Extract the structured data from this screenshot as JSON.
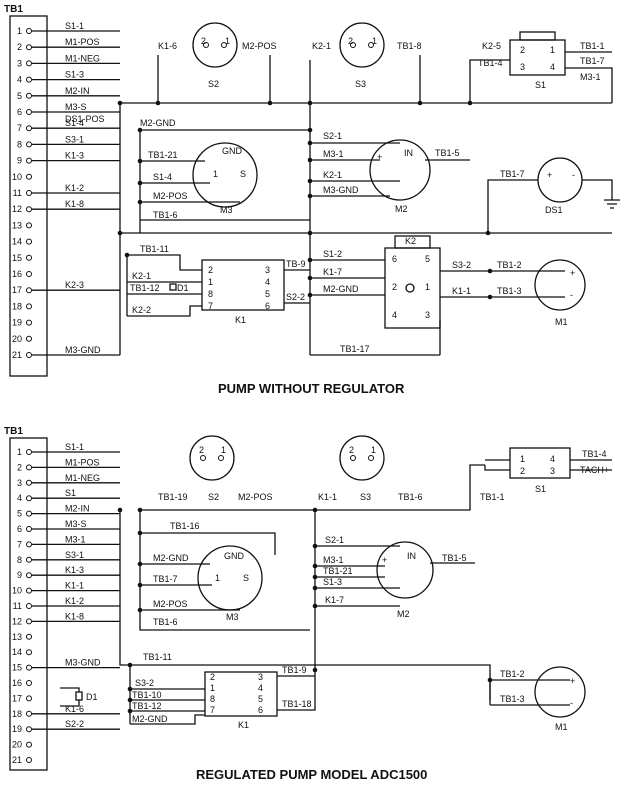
{
  "top": {
    "title": "PUMP WITHOUT REGULATOR",
    "tb_label": "TB1",
    "terminals": [
      "1",
      "2",
      "3",
      "4",
      "5",
      "6",
      "7",
      "8",
      "9",
      "10",
      "11",
      "12",
      "13",
      "14",
      "15",
      "16",
      "17",
      "18",
      "19",
      "20",
      "21"
    ],
    "terminal_wires": {
      "1": "S1-1",
      "2": "M1-POS",
      "3": "M1-NEG",
      "4": "S1-3",
      "5": "M2-IN",
      "6": "M3-S",
      "7": "S1-4",
      "8": "S3-1",
      "9": "K1-3",
      "11": "K1-2",
      "12": "K1-8",
      "17": "K2-3",
      "21": "M3-GND"
    },
    "ds1_pos_wire": "DS1-POS",
    "s2": {
      "name": "S2",
      "pin_left": "2",
      "pin_right": "1",
      "left_wire": "K1-6",
      "right_wire": "M2-POS"
    },
    "s3": {
      "name": "S3",
      "pin_left": "2",
      "pin_right": "1",
      "left_wire": "K2-1",
      "right_wire": "TB1-8"
    },
    "s1": {
      "name": "S1",
      "pins": [
        "2",
        "1",
        "3",
        "4"
      ],
      "wire_k25": "K2-5",
      "wire_tb14": "TB1-4",
      "wire_tb11": "TB1-1",
      "wire_tb17": "TB1-7",
      "wire_m31": "M3-1"
    },
    "m3": {
      "name": "M3",
      "gnd": "GND",
      "pin1": "1",
      "pinS": "S",
      "wires": [
        "M2-GND",
        "TB1-21",
        "S1-4",
        "M2-POS",
        "TB1-6"
      ]
    },
    "m2": {
      "name": "M2",
      "plus": "+",
      "in": "IN",
      "wires": [
        "S2-1",
        "M3-1",
        "K2-1",
        "M3-GND"
      ],
      "out_wire": "TB1-5"
    },
    "ds1": {
      "name": "DS1",
      "plus": "+",
      "minus": "-",
      "wire": "TB1-7"
    },
    "k1": {
      "name": "K1",
      "left_pins": [
        "2",
        "1",
        "8",
        "7"
      ],
      "right_pins": [
        "3",
        "4",
        "5",
        "6"
      ],
      "left_wires": [
        "TB1-11",
        "K2-1",
        "TB1-12",
        "K2-2"
      ],
      "right_wires": [
        "TB-9",
        "S2-2"
      ],
      "diode": "D1"
    },
    "k2": {
      "name": "K2",
      "pins": [
        "6",
        "5",
        "2",
        "1",
        "4",
        "3"
      ],
      "wires": [
        "S1-2",
        "K1-7",
        "M2-GND",
        "TB1-17"
      ],
      "right_wires": [
        "S3-2",
        "K1-1"
      ]
    },
    "m1": {
      "name": "M1",
      "plus": "+",
      "minus": "-",
      "wires": [
        "TB1-2",
        "TB1-3"
      ]
    }
  },
  "bottom": {
    "title": "REGULATED PUMP MODEL ADC1500",
    "tb_label": "TB1",
    "terminals": [
      "1",
      "2",
      "3",
      "4",
      "5",
      "6",
      "7",
      "8",
      "9",
      "10",
      "11",
      "12",
      "13",
      "14",
      "15",
      "16",
      "17",
      "18",
      "19",
      "20",
      "21"
    ],
    "terminal_wires": {
      "1": "S1-1",
      "2": "M1-POS",
      "3": "M1-NEG",
      "4": "S1",
      "5": "M2-IN",
      "6": "M3-S",
      "7": "M3-1",
      "8": "S3-1",
      "9": "K1-3",
      "10": "K1-1",
      "11": "K1-2",
      "12": "K1-8",
      "15": "M3-GND",
      "18": "K1-6",
      "19": "S2-2"
    },
    "diode": "D1",
    "s2": {
      "name": "S2",
      "pin_left": "2",
      "pin_right": "1",
      "left_wire": "TB1-19",
      "right_wire": "M2-POS"
    },
    "s3": {
      "name": "S3",
      "pin_left": "2",
      "pin_right": "1",
      "left_wire": "K1-1",
      "right_wire": "TB1-6"
    },
    "s1": {
      "name": "S1",
      "pins": [
        "1",
        "4",
        "2",
        "3"
      ],
      "wire_tb14": "TB1-4",
      "wire_tach": "TACH+",
      "wire_tb11": "TB1-1"
    },
    "m3": {
      "name": "M3",
      "gnd": "GND",
      "pin1": "1",
      "pinS": "S",
      "wires": [
        "TB1-16",
        "M2-GND",
        "TB1-7",
        "M2-POS",
        "TB1-6"
      ]
    },
    "m2": {
      "name": "M2",
      "plus": "+",
      "in": "IN",
      "wires": [
        "S2-1",
        "M3-1",
        "TB1-21",
        "S1-3",
        "K1-7"
      ],
      "out_wire": "TB1-5"
    },
    "k1": {
      "name": "K1",
      "left_pins": [
        "2",
        "1",
        "8",
        "7"
      ],
      "right_pins": [
        "3",
        "4",
        "5",
        "6"
      ],
      "left_wires": [
        "TB1-11",
        "S3-2",
        "TB1-10",
        "TB1-12",
        "M2-GND"
      ],
      "right_wires": [
        "TB1-9",
        "TB1-18"
      ]
    },
    "m1": {
      "name": "M1",
      "plus": "+",
      "minus": "-",
      "wires": [
        "TB1-2",
        "TB1-3"
      ]
    }
  }
}
